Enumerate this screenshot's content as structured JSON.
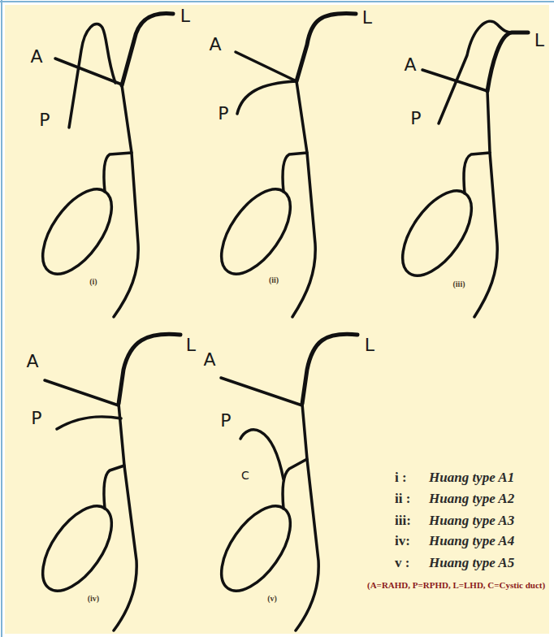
{
  "diagram": {
    "labels": [
      "A",
      "L",
      "P",
      "(i)",
      "A",
      "L",
      "P",
      "(ii)",
      "A",
      "L",
      "P",
      "(iii)",
      "A",
      "L",
      "P",
      "(iv)",
      "A",
      "L",
      "P",
      "C",
      "(v)",
      "i :",
      "Huang type A1",
      "ii :",
      "Huang type A2",
      "iii:",
      "Huang type A3",
      "iv:",
      "Huang type A4",
      "v :",
      "Huang type A5",
      "(A=RAHD, P=RPHD, L=LHD, C=Cystic duct)"
    ]
  }
}
